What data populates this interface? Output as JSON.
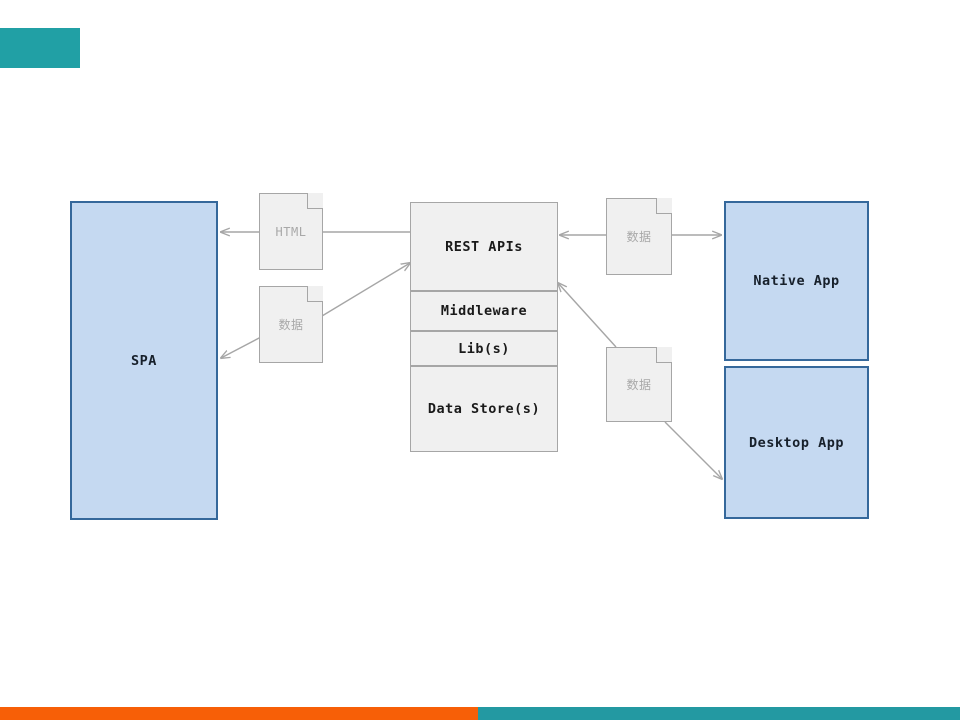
{
  "slide": {
    "accent_color": "#21a0a5",
    "footer_left_color": "#f75f07",
    "footer_right_color": "#2399a2",
    "background_color": "#ffffff"
  },
  "palette": {
    "node_blue_fill": "#c5d9f1",
    "node_blue_border": "#35689b",
    "node_gray_fill": "#f0f0f0",
    "node_gray_border": "#a6a6a6",
    "connector_color": "#a6a6a6",
    "doc_label_color": "#a8a8a8"
  },
  "diagram": {
    "client_spa": {
      "label": "SPA"
    },
    "server_stack": [
      {
        "label": "REST APIs"
      },
      {
        "label": "Middleware"
      },
      {
        "label": "Lib(s)"
      },
      {
        "label": "Data Store(s)"
      }
    ],
    "clients_right": [
      {
        "label": "Native App"
      },
      {
        "label": "Desktop App"
      }
    ],
    "documents": [
      {
        "label": "HTML"
      },
      {
        "label": "数据"
      },
      {
        "label": "数据"
      },
      {
        "label": "数据"
      }
    ]
  }
}
